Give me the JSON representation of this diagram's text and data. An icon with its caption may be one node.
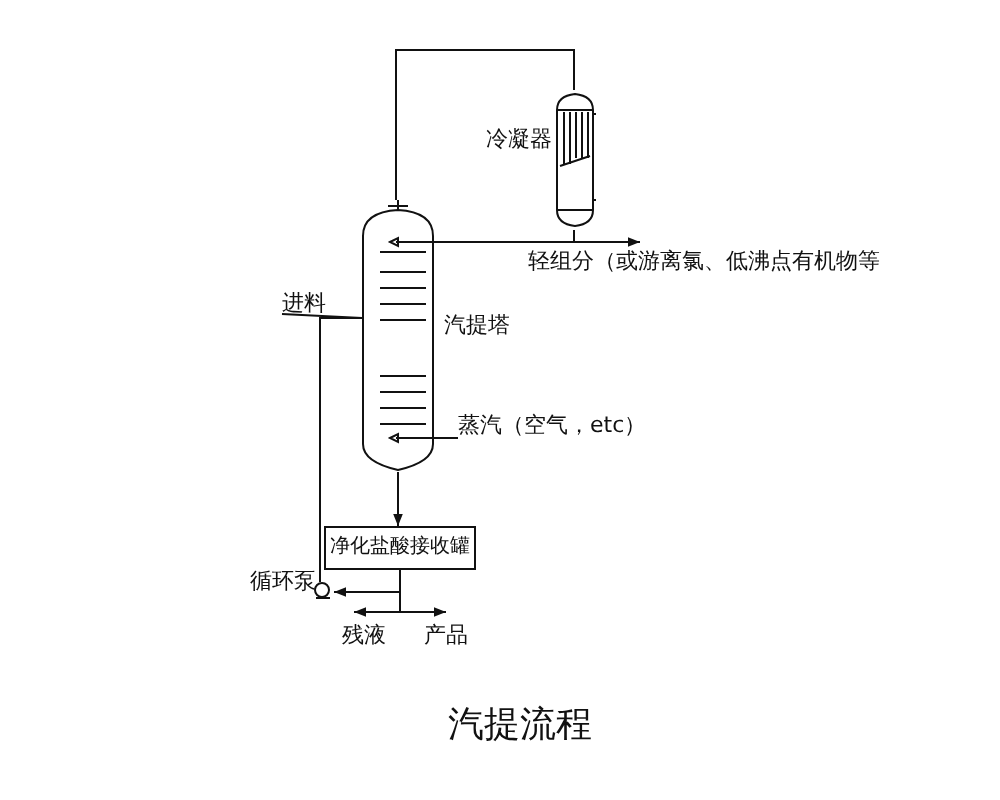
{
  "diagram": {
    "title": "汽提流程",
    "nodes": [
      {
        "text": [],
        "shape": "cylinder",
        "beside": [
          "汽提塔"
        ]
      },
      {
        "text": [],
        "shape": "cylinder",
        "beside": [
          "冷凝器"
        ]
      },
      {
        "text": [
          "净化盐酸接收罐"
        ]
      },
      {
        "text": [],
        "shape": "circle",
        "beside": [
          "循环泵"
        ]
      },
      {
        "text": [
          "进料"
        ]
      },
      {
        "text": [
          "轻组分（或游离氯、低沸点有机物等"
        ]
      },
      {
        "text": [
          "蒸汽（空气，etc）"
        ]
      },
      {
        "text": [
          "残液"
        ]
      },
      {
        "text": [
          "产品"
        ]
      }
    ],
    "edges": [
      {
        "from": 0,
        "to": 1,
        "arrow": "none"
      },
      {
        "from": 1,
        "to": 0,
        "arrow": "none"
      },
      {
        "from": 1,
        "to": 5,
        "arrow": "to"
      },
      {
        "from": 4,
        "to": 0,
        "arrow": "none"
      },
      {
        "from": 3,
        "to": 0,
        "arrow": "none"
      },
      {
        "from": 6,
        "to": 0,
        "arrow": "none"
      },
      {
        "from": 0,
        "to": 2,
        "arrow": "to"
      },
      {
        "from": 2,
        "to": 3,
        "arrow": "to"
      },
      {
        "from": 2,
        "to": 7,
        "arrow": "to"
      },
      {
        "from": 2,
        "to": 8,
        "arrow": "to"
      }
    ]
  }
}
